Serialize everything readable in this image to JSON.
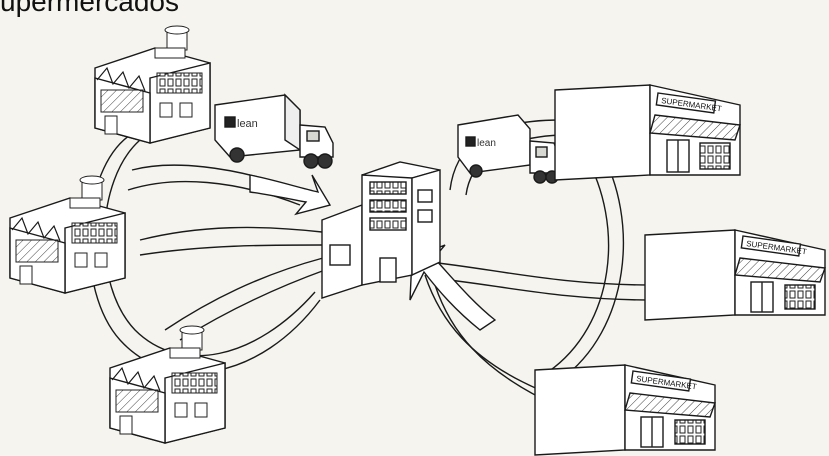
{
  "title": "upermercados",
  "truck_logo": "lean",
  "store_sign": "SUPERMARKET",
  "colors": {
    "background": "#f5f4ee",
    "ink": "#1a1a1a",
    "fill": "#ffffff",
    "shade": "#d8d8d2"
  }
}
